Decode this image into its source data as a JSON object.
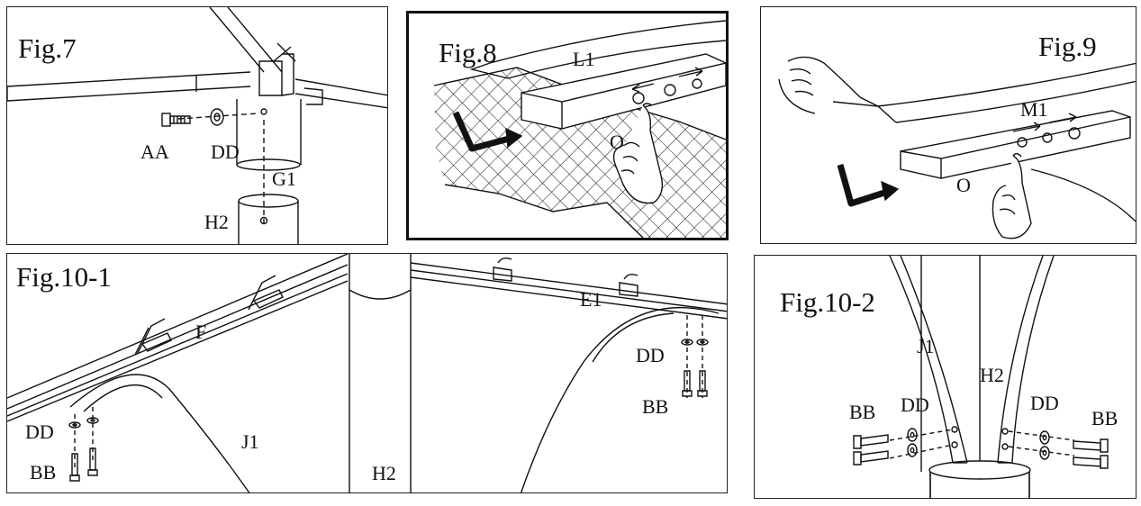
{
  "figures": {
    "fig7": {
      "title": "Fig.7",
      "labels": {
        "aa": "AA",
        "dd": "DD",
        "g1": "G1",
        "h2": "H2"
      }
    },
    "fig8": {
      "title": "Fig.8",
      "labels": {
        "l1": "L1",
        "o": "O"
      }
    },
    "fig9": {
      "title": "Fig.9",
      "labels": {
        "m1": "M1",
        "o": "O"
      }
    },
    "fig10_1": {
      "title": "Fig.10-1",
      "labels": {
        "f": "F",
        "e1": "E1",
        "dd_left": "DD",
        "bb_left": "BB",
        "j1": "J1",
        "h2": "H2",
        "dd_right": "DD",
        "bb_right": "BB"
      }
    },
    "fig10_2": {
      "title": "Fig.10-2",
      "labels": {
        "j1": "J1",
        "h2": "H2",
        "bb_left": "BB",
        "dd_left": "DD",
        "dd_right": "DD",
        "bb_right": "BB"
      }
    }
  },
  "colors": {
    "ink": "#111111",
    "paper": "#ffffff",
    "border": "#222222"
  }
}
